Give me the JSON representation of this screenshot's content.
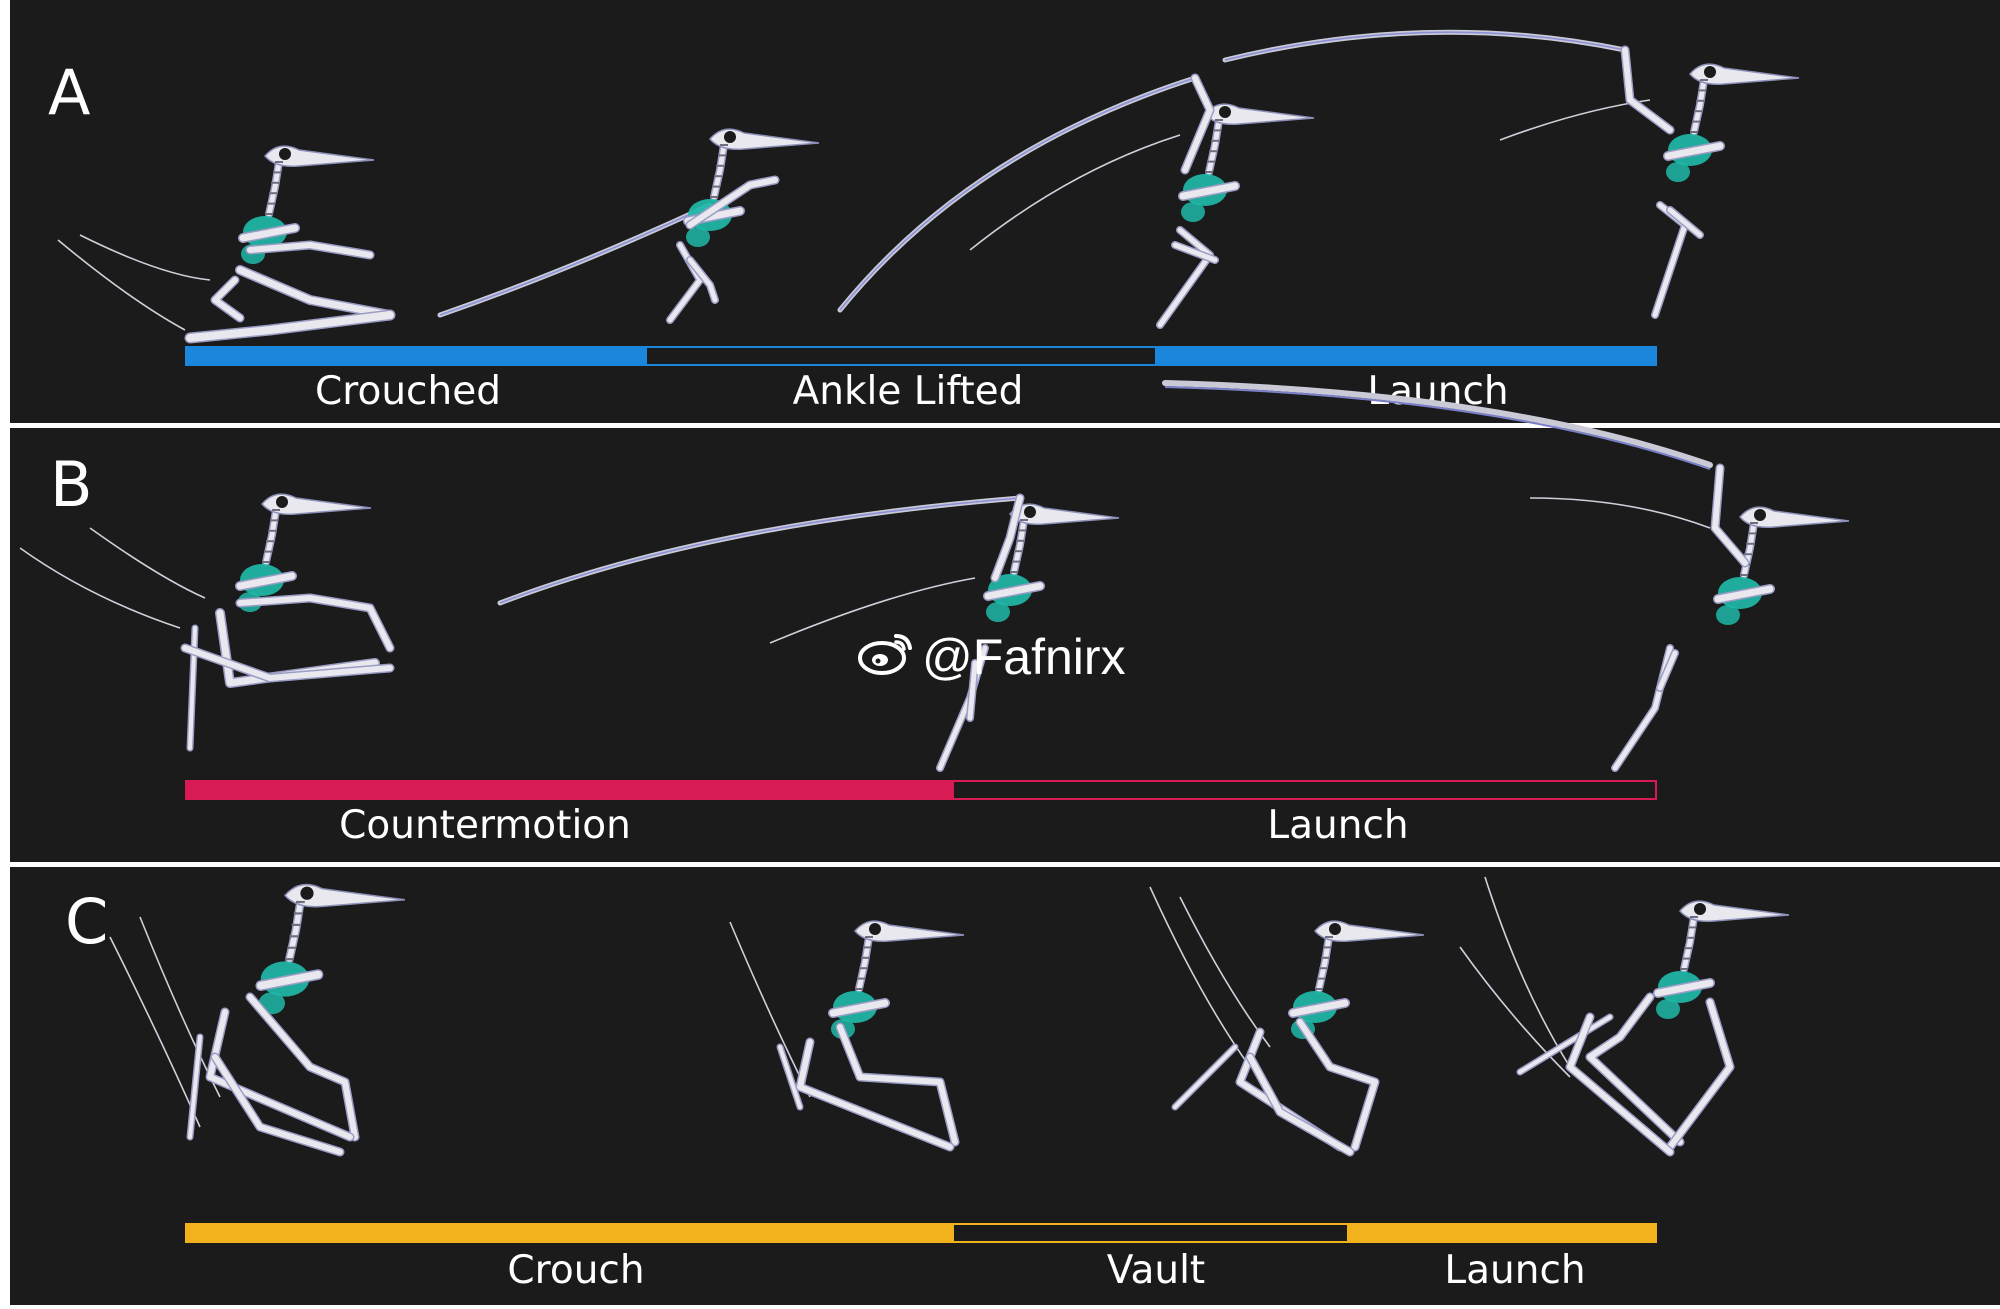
{
  "panels": [
    {
      "letter": "A",
      "phase_color": "#1a86dc",
      "phases": [
        {
          "label": "Crouched",
          "style": "filled"
        },
        {
          "label": "Ankle Lifted",
          "style": "outline"
        },
        {
          "label": "Launch",
          "style": "filled"
        }
      ]
    },
    {
      "letter": "B",
      "phase_color": "#d81b55",
      "phases": [
        {
          "label": "Countermotion",
          "style": "filled"
        },
        {
          "label": "Launch",
          "style": "outline"
        }
      ]
    },
    {
      "letter": "C",
      "phase_color": "#f2b21c",
      "phases": [
        {
          "label": "Crouch",
          "style": "filled"
        },
        {
          "label": "Vault",
          "style": "outline"
        },
        {
          "label": "Launch",
          "style": "filled"
        }
      ]
    }
  ],
  "watermark": {
    "handle": "@Fafnirx",
    "icon": "weibo-icon"
  },
  "colors": {
    "background": "#1b1b1b",
    "bone": "#e8e8ee",
    "muscle": "#1fb8a8",
    "wing_edge": "#8a8fd6"
  }
}
